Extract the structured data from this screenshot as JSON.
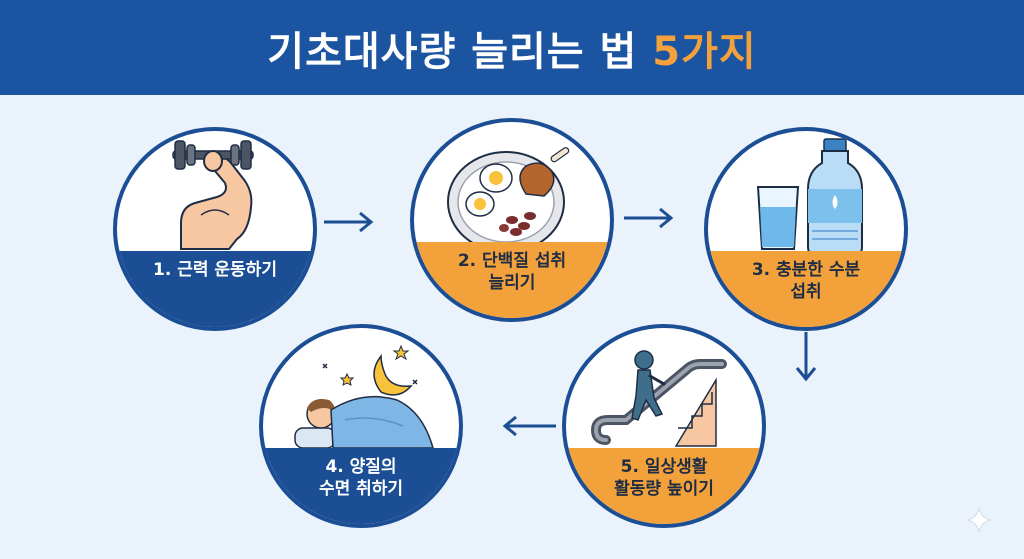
{
  "title": {
    "main": "기초대사량 늘리는 법 ",
    "accent": "5가지"
  },
  "steps": [
    {
      "line1": "1. 근력 운동하기",
      "line2": "",
      "icon": "flexed-arm-dumbbell-icon",
      "band_color": "#1b4e94"
    },
    {
      "line1": "2. 단백질 섭취",
      "line2": "늘리기",
      "icon": "protein-plate-icon",
      "band_color": "#f3a23b"
    },
    {
      "line1": "3. 충분한 수분",
      "line2": "섭취",
      "icon": "water-bottle-glass-icon",
      "band_color": "#f3a23b"
    },
    {
      "line1": "4. 양질의",
      "line2": "수면 취하기",
      "icon": "sleeping-person-icon",
      "band_color": "#1b4e94"
    },
    {
      "line1": "5. 일상생활",
      "line2": "활동량 높이기",
      "icon": "escalator-climbing-icon",
      "band_color": "#f3a23b"
    }
  ],
  "colors": {
    "header": "#1b54a0",
    "accent": "#f3a23b",
    "navy": "#1b4e94",
    "background": "#eaf3fb"
  }
}
